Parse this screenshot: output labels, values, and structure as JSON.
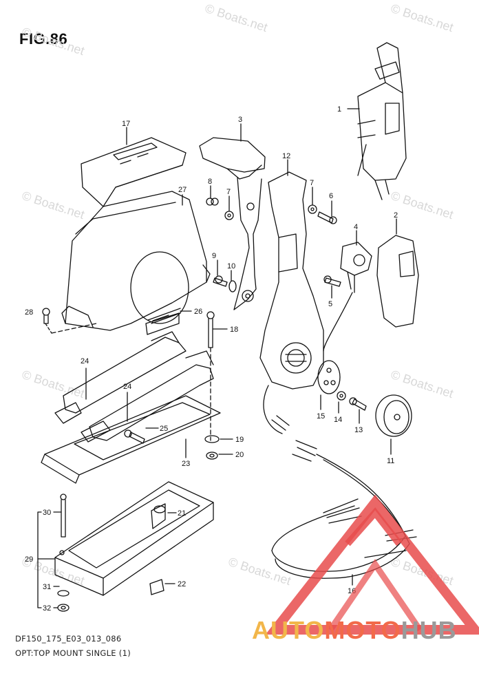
{
  "figure": {
    "title": "FIG.86",
    "footer_line1": "DF150_175_E03_013_086",
    "footer_line2": "OPT:TOP MOUNT SINGLE (1)"
  },
  "watermark": {
    "text": "© Boats.net"
  },
  "brand": {
    "part1": "AUTO",
    "part2": "MOTO",
    "part3": "HUB",
    "colors": {
      "auto": "#f2b64a",
      "moto": "#f26a4a",
      "hub": "#9a9a9a",
      "triangle": "#e84c4c"
    }
  },
  "callouts": {
    "c1": "1",
    "c2": "2",
    "c3": "3",
    "c4": "4",
    "c5": "5",
    "c6": "6",
    "c7a": "7",
    "c7b": "7",
    "c8": "8",
    "c9": "9",
    "c10": "10",
    "c11": "11",
    "c12": "12",
    "c13": "13",
    "c14": "14",
    "c15": "15",
    "c16": "16",
    "c17": "17",
    "c18": "18",
    "c19": "19",
    "c20": "20",
    "c21": "21",
    "c22": "22",
    "c23": "23",
    "c24a": "24",
    "c24b": "24",
    "c25": "25",
    "c26": "26",
    "c27": "27",
    "c28": "28",
    "c29": "29",
    "c30": "30",
    "c31": "31",
    "c32": "32"
  }
}
